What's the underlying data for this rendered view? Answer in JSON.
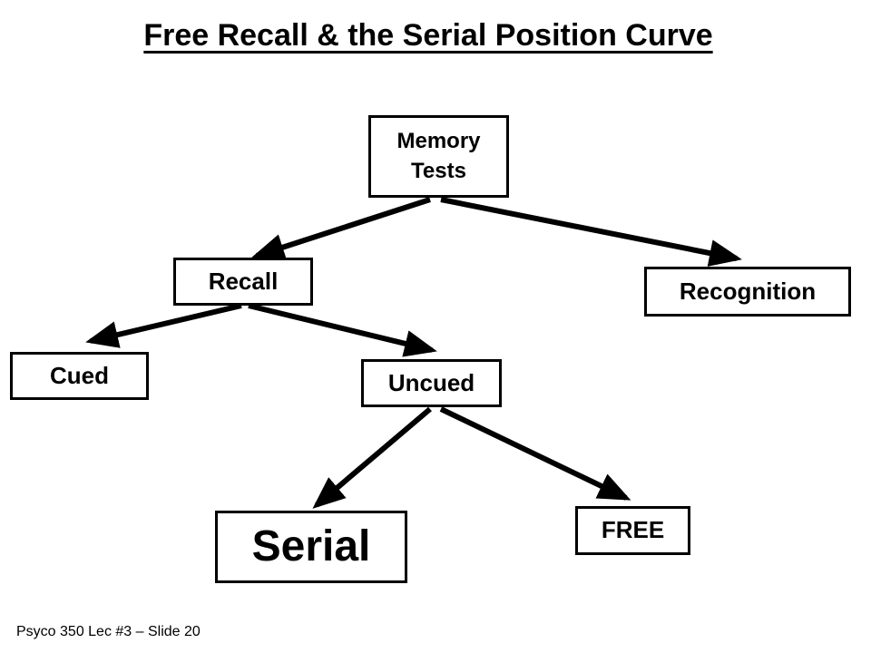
{
  "slide": {
    "title": "Free Recall & the Serial Position Curve",
    "footer": "Psyco 350 Lec #3 – Slide 20"
  },
  "nodes": {
    "memory_tests": "Memory\nTests",
    "recall": "Recall",
    "recognition": "Recognition",
    "cued": "Cued",
    "uncued": "Uncued",
    "serial": "Serial",
    "free": "FREE"
  },
  "edges": [
    {
      "from": "Memory Tests",
      "to": "Recall"
    },
    {
      "from": "Memory Tests",
      "to": "Recognition"
    },
    {
      "from": "Recall",
      "to": "Cued"
    },
    {
      "from": "Recall",
      "to": "Uncued"
    },
    {
      "from": "Uncued",
      "to": "Serial"
    },
    {
      "from": "Uncued",
      "to": "FREE"
    }
  ],
  "colors": {
    "stroke": "#000000",
    "background": "#ffffff"
  }
}
